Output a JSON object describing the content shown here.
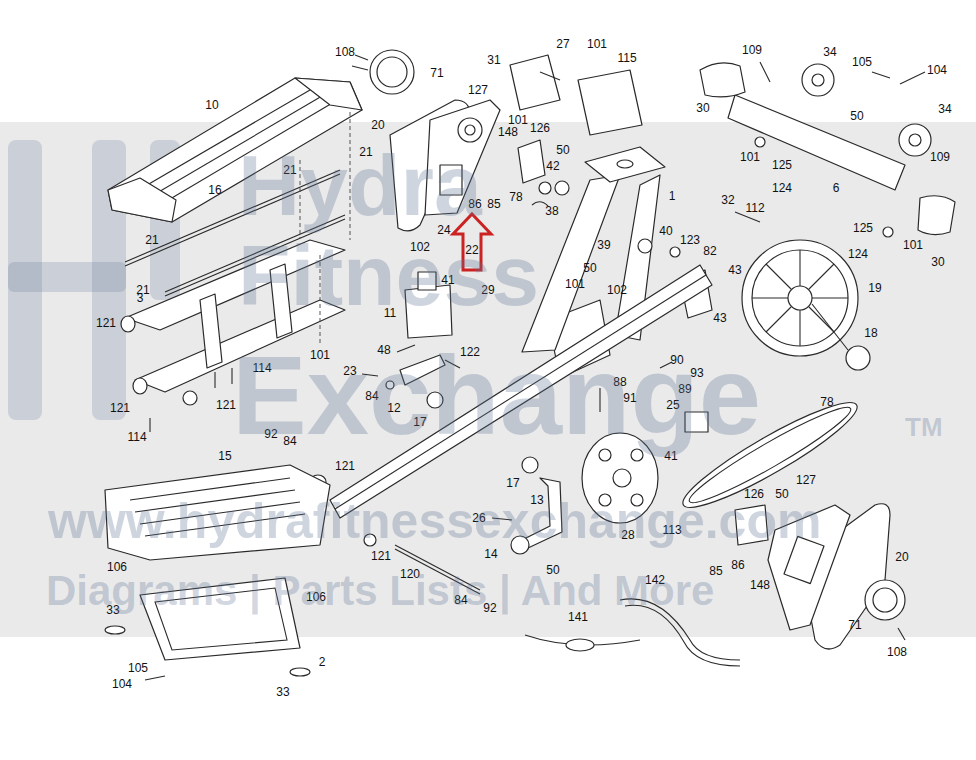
{
  "diagram": {
    "labels": [
      "108",
      "71",
      "10",
      "21",
      "21",
      "16",
      "21",
      "21",
      "3",
      "121",
      "121",
      "114",
      "114",
      "121",
      "101",
      "127",
      "20",
      "148",
      "126",
      "50",
      "42",
      "78",
      "38",
      "86",
      "85",
      "24",
      "22",
      "102",
      "41",
      "29",
      "31",
      "27",
      "101",
      "115",
      "101",
      "1",
      "40",
      "123",
      "39",
      "50",
      "101",
      "102",
      "82",
      "43",
      "43",
      "19",
      "109",
      "34",
      "105",
      "104",
      "30",
      "50",
      "34",
      "101",
      "125",
      "124",
      "6",
      "109",
      "32",
      "112",
      "125",
      "101",
      "124",
      "30",
      "11",
      "48",
      "122",
      "23",
      "84",
      "12",
      "17",
      "18",
      "90",
      "88",
      "89",
      "91",
      "93",
      "25",
      "78",
      "41",
      "92",
      "84",
      "121",
      "15",
      "17",
      "13",
      "26",
      "14",
      "50",
      "28",
      "113",
      "121",
      "120",
      "84",
      "92",
      "127",
      "126",
      "50",
      "85",
      "86",
      "148",
      "20",
      "71",
      "108",
      "142",
      "141",
      "106",
      "106",
      "33",
      "105",
      "2",
      "104",
      "33",
      "Hydra",
      "Fitness",
      "Exchange",
      "TM",
      "www.hydrafitnessexchange.com",
      "Diagrams | Parts Lists | And More"
    ]
  }
}
